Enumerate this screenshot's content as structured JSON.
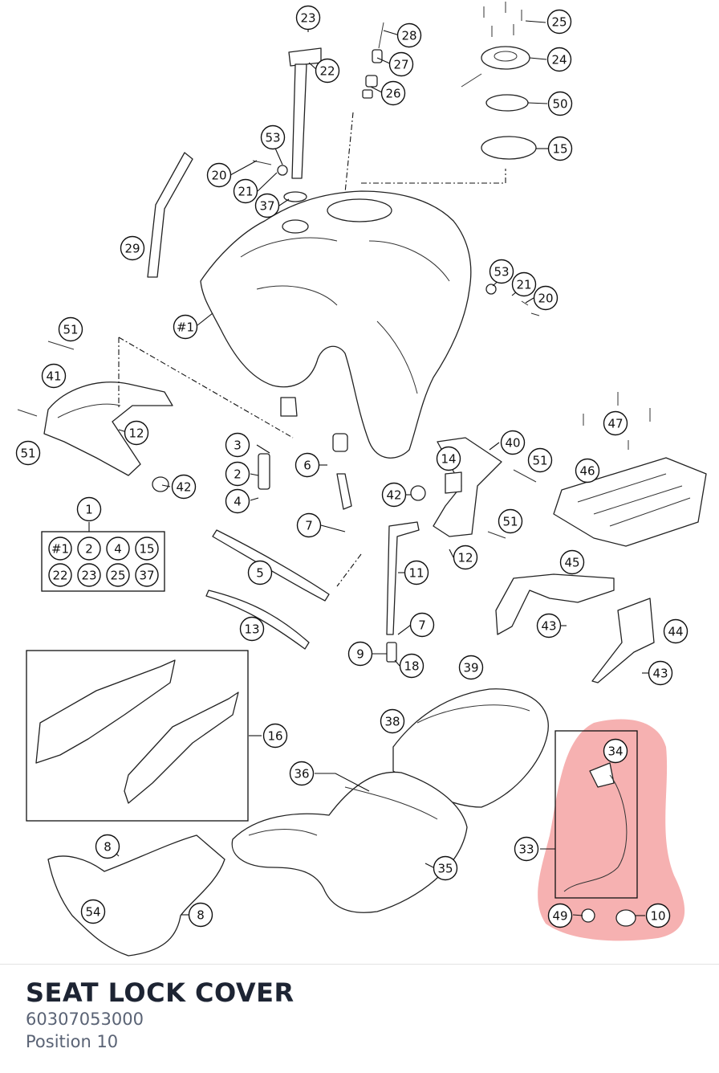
{
  "callouts": [
    {
      "label": "23"
    },
    {
      "label": "28"
    },
    {
      "label": "22"
    },
    {
      "label": "27"
    },
    {
      "label": "26"
    },
    {
      "label": "25"
    },
    {
      "label": "24"
    },
    {
      "label": "50"
    },
    {
      "label": "15"
    },
    {
      "label": "53"
    },
    {
      "label": "20"
    },
    {
      "label": "21"
    },
    {
      "label": "37"
    },
    {
      "label": "29"
    },
    {
      "label": "#1"
    },
    {
      "label": "53"
    },
    {
      "label": "21"
    },
    {
      "label": "20"
    },
    {
      "label": "51"
    },
    {
      "label": "41"
    },
    {
      "label": "12"
    },
    {
      "label": "51"
    },
    {
      "label": "42"
    },
    {
      "label": "3"
    },
    {
      "label": "2"
    },
    {
      "label": "4"
    },
    {
      "label": "6"
    },
    {
      "label": "14"
    },
    {
      "label": "40"
    },
    {
      "label": "51"
    },
    {
      "label": "42"
    },
    {
      "label": "47"
    },
    {
      "label": "46"
    },
    {
      "label": "51"
    },
    {
      "label": "12"
    },
    {
      "label": "1"
    },
    {
      "label": "7"
    },
    {
      "label": "5"
    },
    {
      "label": "11"
    },
    {
      "label": "45"
    },
    {
      "label": "13"
    },
    {
      "label": "7"
    },
    {
      "label": "43"
    },
    {
      "label": "44"
    },
    {
      "label": "9"
    },
    {
      "label": "18"
    },
    {
      "label": "43"
    },
    {
      "label": "39"
    },
    {
      "label": "16"
    },
    {
      "label": "38"
    },
    {
      "label": "34"
    },
    {
      "label": "36"
    },
    {
      "label": "33"
    },
    {
      "label": "8"
    },
    {
      "label": "35"
    },
    {
      "label": "54"
    },
    {
      "label": "8"
    },
    {
      "label": "49"
    },
    {
      "label": "10"
    }
  ],
  "group_table": [
    "#1",
    "2",
    "4",
    "15",
    "22",
    "23",
    "25",
    "37"
  ],
  "highlight_color": "#f5a3a3",
  "footer": {
    "title": "SEAT LOCK COVER",
    "part_number": "60307053000",
    "position": "Position 10"
  }
}
